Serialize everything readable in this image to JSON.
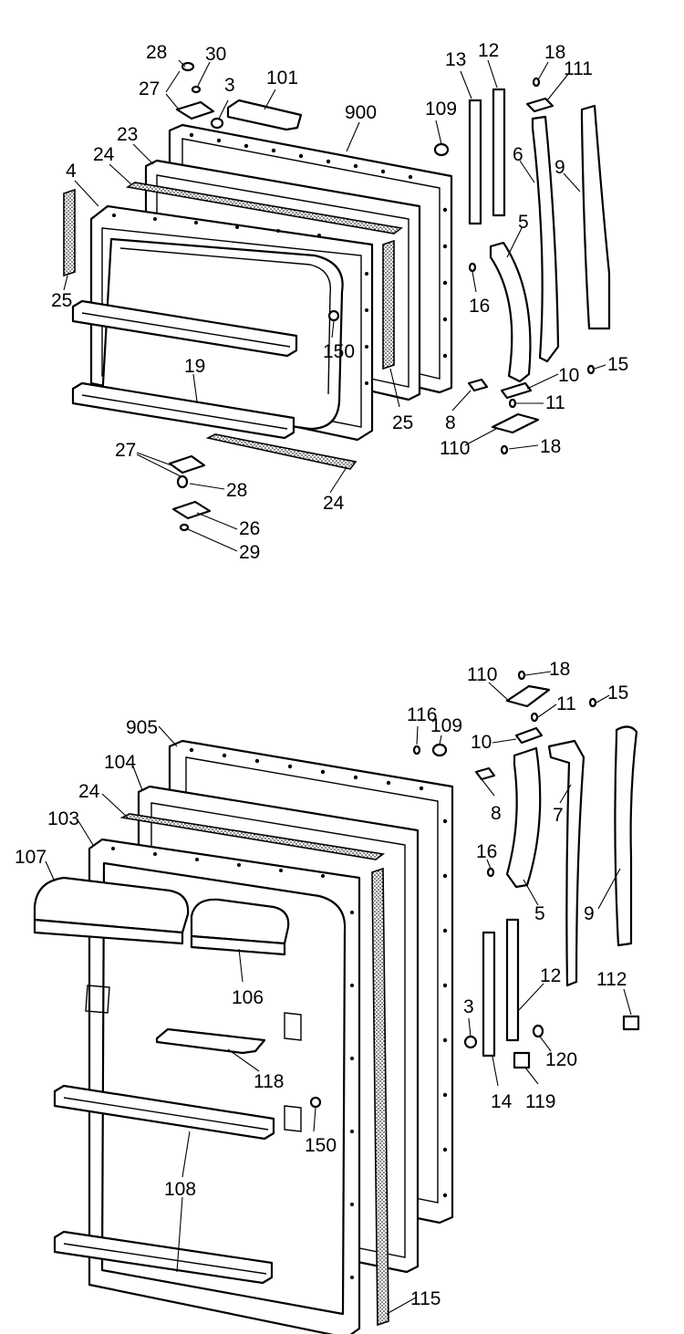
{
  "diagram": {
    "upper_labels": [
      "28",
      "30",
      "27",
      "3",
      "101",
      "900",
      "109",
      "13",
      "12",
      "18",
      "111",
      "23",
      "24",
      "4",
      "6",
      "9",
      "5",
      "16",
      "25",
      "150",
      "19",
      "15",
      "10",
      "11",
      "8",
      "25",
      "110",
      "18",
      "27",
      "28",
      "24",
      "26",
      "29"
    ],
    "lower_labels": [
      "110",
      "18",
      "11",
      "15",
      "116",
      "109",
      "905",
      "10",
      "104",
      "24",
      "8",
      "103",
      "107",
      "16",
      "7",
      "5",
      "9",
      "106",
      "3",
      "12",
      "112",
      "120",
      "118",
      "14",
      "119",
      "150",
      "108",
      "115"
    ],
    "colors": {
      "ink": "#000000",
      "paper": "#ffffff"
    }
  }
}
